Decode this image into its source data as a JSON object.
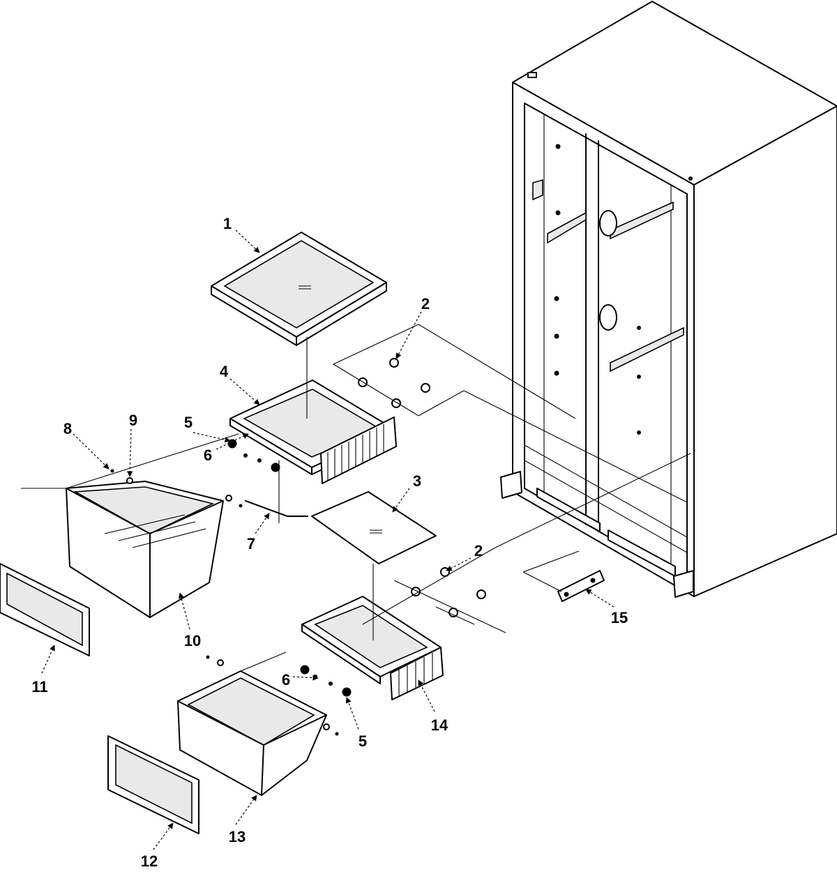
{
  "callouts": [
    {
      "id": "c1",
      "text": "1"
    },
    {
      "id": "c2a",
      "text": "2"
    },
    {
      "id": "c2b",
      "text": "2"
    },
    {
      "id": "c3",
      "text": "3"
    },
    {
      "id": "c4",
      "text": "4"
    },
    {
      "id": "c5a",
      "text": "5"
    },
    {
      "id": "c5b",
      "text": "5"
    },
    {
      "id": "c6a",
      "text": "6"
    },
    {
      "id": "c6b",
      "text": "6"
    },
    {
      "id": "c7",
      "text": "7"
    },
    {
      "id": "c8",
      "text": "8"
    },
    {
      "id": "c9",
      "text": "9"
    },
    {
      "id": "c10",
      "text": "10"
    },
    {
      "id": "c11",
      "text": "11"
    },
    {
      "id": "c12",
      "text": "12"
    },
    {
      "id": "c13",
      "text": "13"
    },
    {
      "id": "c14",
      "text": "14"
    },
    {
      "id": "c15",
      "text": "15"
    }
  ]
}
